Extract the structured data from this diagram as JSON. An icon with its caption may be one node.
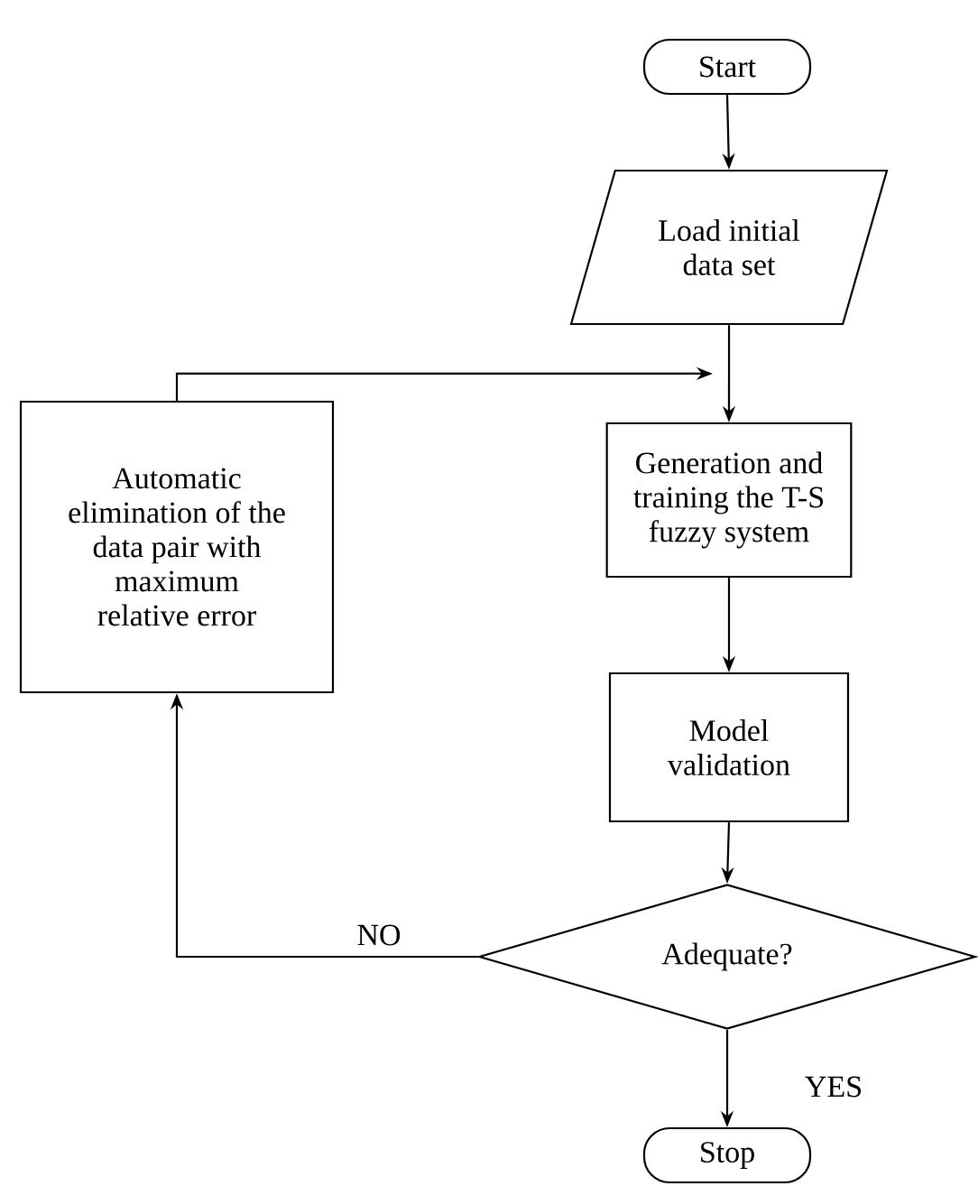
{
  "diagram": {
    "nodes": [
      {
        "text": [
          "Start"
        ]
      },
      {
        "text": [
          "Load initial data set"
        ]
      },
      {
        "text": [
          "Generation and training the T-S fuzzy system"
        ]
      },
      {
        "text": [
          "Model validation"
        ]
      },
      {
        "text": [
          "Adequate?"
        ]
      },
      {
        "text": [
          "Stop"
        ]
      },
      {
        "text": [
          "Automatic elimination of the data pair with maximum relative error"
        ]
      }
    ],
    "edges": [
      {
        "from": 0,
        "to": 1,
        "arrow": "to"
      },
      {
        "from": 1,
        "to": 2,
        "arrow": "to"
      },
      {
        "from": 2,
        "to": 3,
        "arrow": "to"
      },
      {
        "from": 3,
        "to": 4,
        "arrow": "to"
      },
      {
        "from": 4,
        "to": 5,
        "arrow": "to",
        "label": "YES"
      },
      {
        "from": 4,
        "to": 6,
        "arrow": "to",
        "label": "NO"
      },
      {
        "from": 6,
        "to": 2,
        "arrow": "to"
      }
    ]
  }
}
